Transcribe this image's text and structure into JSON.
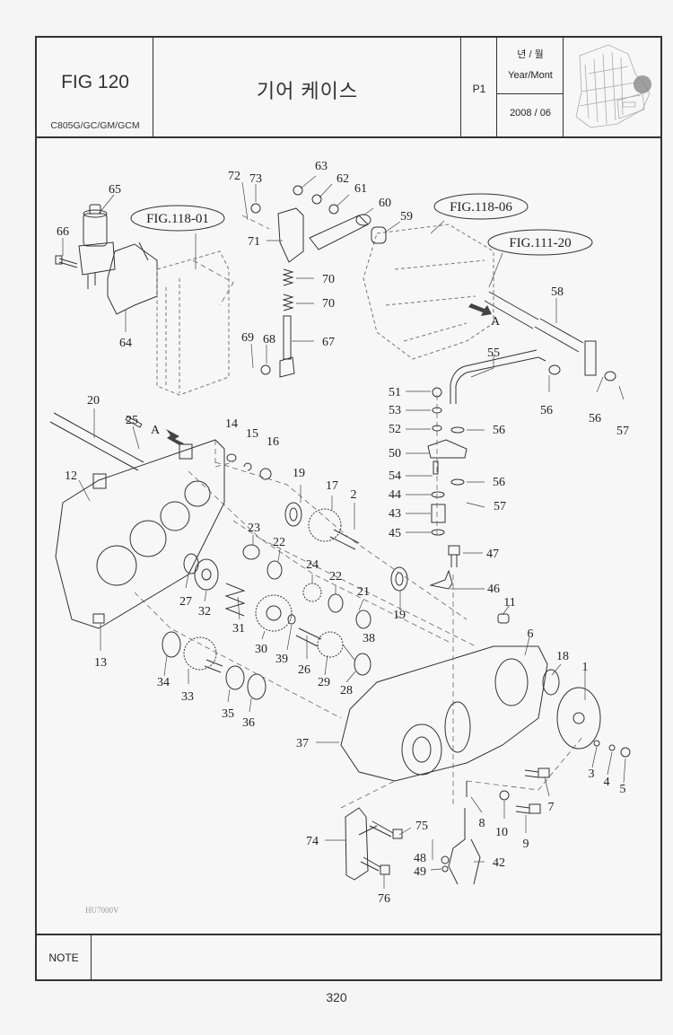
{
  "header": {
    "fig_no": "FIG 120",
    "model": "C805G/GC/GM/GCM",
    "title": "기어 케이스",
    "page_code": "P1",
    "year_month_kr": "년 / 월",
    "year_month_en": "Year/Mont",
    "date": "2008 / 06"
  },
  "thumbnail": {
    "name": "combine-harvester-thumbnail"
  },
  "callouts": {
    "fig_118_01": "FIG.118-01",
    "fig_118_06": "FIG.118-06",
    "fig_111_20": "FIG.111-20",
    "view_a_1": "A",
    "view_a_2": "A"
  },
  "parts": {
    "p1": "1",
    "p2": "2",
    "p3": "3",
    "p4": "4",
    "p5": "5",
    "p6": "6",
    "p7": "7",
    "p8": "8",
    "p9": "9",
    "p10": "10",
    "p11": "11",
    "p12": "12",
    "p13": "13",
    "p14": "14",
    "p15": "15",
    "p16": "16",
    "p17": "17",
    "p18": "18",
    "p19a": "19",
    "p19b": "19",
    "p20": "20",
    "p21": "21",
    "p22a": "22",
    "p22b": "22",
    "p23": "23",
    "p24": "24",
    "p25": "25",
    "p26": "26",
    "p27": "27",
    "p28": "28",
    "p29": "29",
    "p30": "30",
    "p31": "31",
    "p32": "32",
    "p33": "33",
    "p34": "34",
    "p35": "35",
    "p36": "36",
    "p37": "37",
    "p38": "38",
    "p39": "39",
    "p42": "42",
    "p43": "43",
    "p44": "44",
    "p45": "45",
    "p46": "46",
    "p47": "47",
    "p48": "48",
    "p49": "49",
    "p50": "50",
    "p51": "51",
    "p52": "52",
    "p53": "53",
    "p54": "54",
    "p55": "55",
    "p56a": "56",
    "p56b": "56",
    "p56c": "56",
    "p56d": "56",
    "p57a": "57",
    "p57b": "57",
    "p58": "58",
    "p59": "59",
    "p60": "60",
    "p61": "61",
    "p62": "62",
    "p63": "63",
    "p64": "64",
    "p65": "65",
    "p66": "66",
    "p67": "67",
    "p68": "68",
    "p69": "69",
    "p70a": "70",
    "p70b": "70",
    "p71": "71",
    "p72": "72",
    "p73": "73",
    "p74": "74",
    "p75": "75",
    "p76": "76"
  },
  "drawing_code": "HU7000V",
  "note": {
    "label": "NOTE",
    "text": ""
  },
  "footer": {
    "page_number": "320"
  }
}
